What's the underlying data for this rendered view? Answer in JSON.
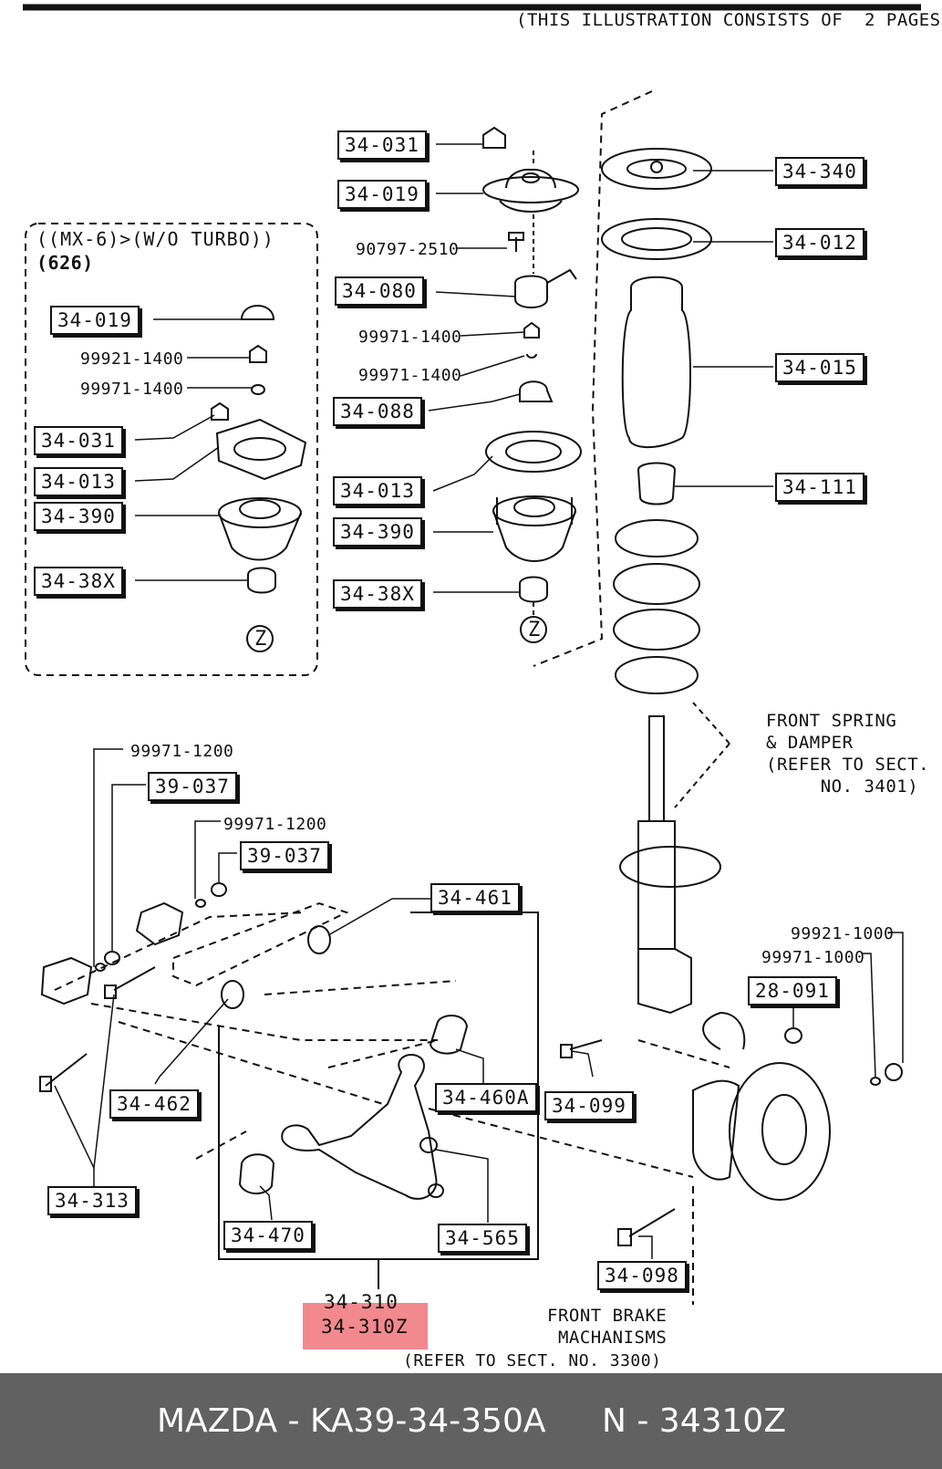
{
  "header": {
    "note": "(THIS ILLUSTRATION CONSISTS OF  2 PAGES)"
  },
  "variant": {
    "title": "((MX-6)>(W/O TURBO))",
    "sub": "(626)"
  },
  "notes": {
    "spring": "FRONT SPRING\n& DAMPER\n(REFER TO SECT.\n     NO. 3401)",
    "brake": "FRONT BRAKE\n MACHANISMS",
    "brake_ref": "(REFER TO SECT. NO. 3300)"
  },
  "callouts": {
    "z_left": "Z",
    "z_mid": "Z"
  },
  "parts": {
    "p34_031_top": "34-031",
    "p34_019_top": "34-019",
    "p90797": "90797-2510",
    "p34_080": "34-080",
    "p99971_1400_a": "99971-1400",
    "p99971_1400_b": "99971-1400",
    "p34_088": "34-088",
    "p34_013_mid": "34-013",
    "p34_390_mid": "34-390",
    "p34_38x_mid": "34-38X",
    "p34_340": "34-340",
    "p34_012": "34-012",
    "p34_015": "34-015",
    "p34_111": "34-111",
    "p34_019_left": "34-019",
    "p99921_1400": "99921-1400",
    "p99971_1400_left": "99971-1400",
    "p34_031_left": "34-031",
    "p34_013_left": "34-013",
    "p34_390_left": "34-390",
    "p34_38x_left": "34-38X",
    "p99971_1200_a": "99971-1200",
    "p39_037_a": "39-037",
    "p99971_1200_b": "99971-1200",
    "p39_037_b": "39-037",
    "p34_461": "34-461",
    "p34_462": "34-462",
    "p34_460a": "34-460A",
    "p34_313": "34-313",
    "p34_470": "34-470",
    "p34_565": "34-565",
    "p34_310": "34-310",
    "p34_310z": "34-310Z",
    "p34_099": "34-099",
    "p34_098": "34-098",
    "p28_091": "28-091",
    "p99921_1000": "99921-1000",
    "p99971_1000": "99971-1000"
  },
  "highlight": {
    "part": "34-310Z",
    "color": "#e62832"
  },
  "footer": {
    "left": "MAZDA - KA39-34-350A",
    "right": "N - 34310Z",
    "bg": "#616161"
  }
}
